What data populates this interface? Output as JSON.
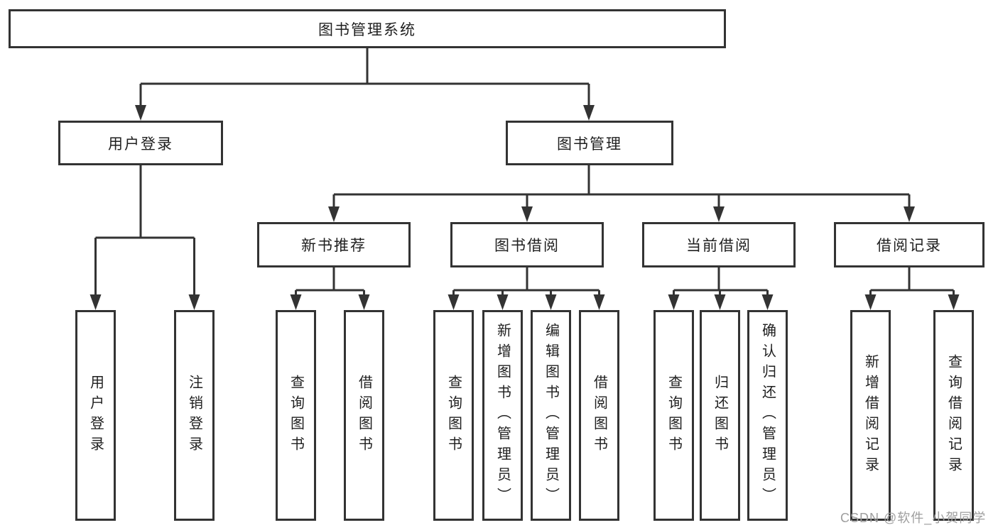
{
  "tree": {
    "label": "图书管理系统",
    "children": [
      {
        "label": "用户登录",
        "children": [
          {
            "label": "用户登录"
          },
          {
            "label": "注销登录"
          }
        ]
      },
      {
        "label": "图书管理",
        "children": [
          {
            "label": "新书推荐",
            "children": [
              {
                "label": "查询图书"
              },
              {
                "label": "借阅图书"
              }
            ]
          },
          {
            "label": "图书借阅",
            "children": [
              {
                "label": "查询图书"
              },
              {
                "label": "新增图书（管理员）"
              },
              {
                "label": "编辑图书（管理员）"
              },
              {
                "label": "借阅图书"
              }
            ]
          },
          {
            "label": "当前借阅",
            "children": [
              {
                "label": "查询图书"
              },
              {
                "label": "归还图书"
              },
              {
                "label": "确认归还（管理员）"
              }
            ]
          },
          {
            "label": "借阅记录",
            "children": [
              {
                "label": "新增借阅记录"
              },
              {
                "label": "查询借阅记录"
              }
            ]
          }
        ]
      }
    ]
  },
  "watermark": {
    "text": "CSDN @软件_小贺同学"
  },
  "colors": {
    "line": "#333333",
    "box_border": "#333333",
    "box_fill": "#ffffff",
    "text": "#1f1f1f",
    "watermark": "#9e9e9e",
    "background": "#ffffff"
  }
}
